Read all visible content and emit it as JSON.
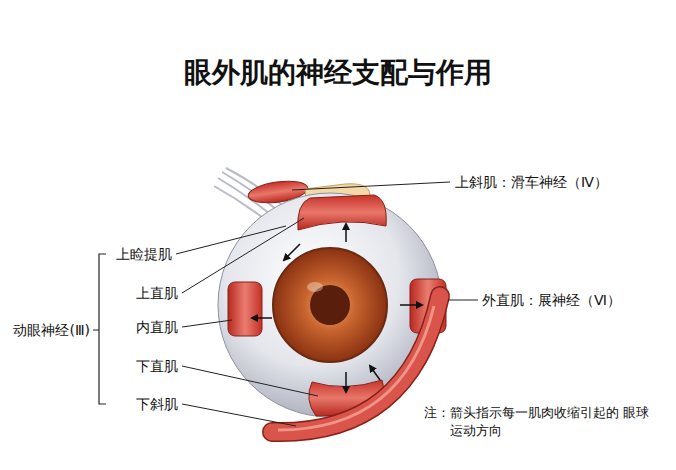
{
  "diagram": {
    "title": "眼外肌的神经支配与作用",
    "labels": [
      "上斜肌：滑车神经（Ⅳ）",
      "上睑提肌",
      "上直肌",
      "内直肌",
      "下直肌",
      "下斜肌",
      "动眼神经(Ⅲ)",
      "外直肌：展神经（Ⅵ）",
      "注：箭头指示每一肌肉收缩引起的 眼球运动方向"
    ]
  }
}
